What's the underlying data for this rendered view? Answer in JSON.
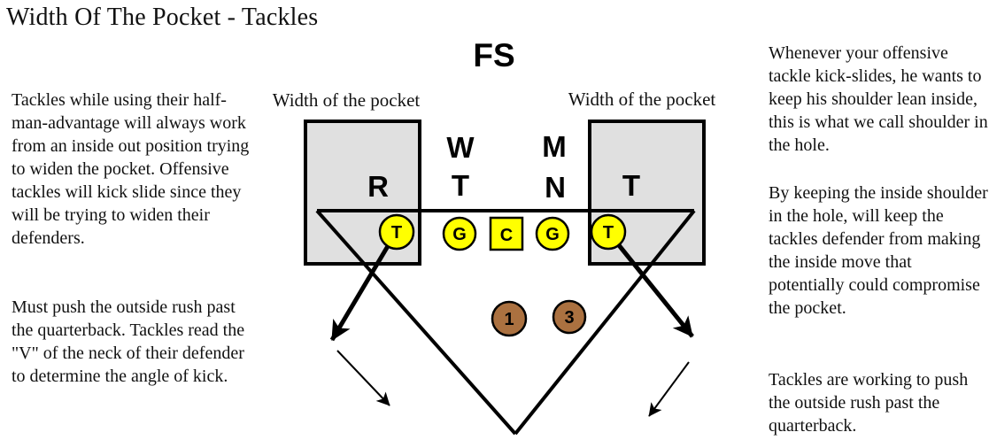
{
  "title": "Width Of The Pocket - Tackles",
  "left_column": {
    "para1": "Tackles while using their half-man-advantage will always work from an inside out position trying to widen the pocket. Offensive tackles will kick slide since they will be trying to widen their defenders.",
    "para2": "Must push the outside rush past the quarterback.  Tackles read the \"V\" of the neck of their defender to determine the angle of kick."
  },
  "right_column": {
    "para1": "Whenever your offensive tackle kick-slides, he wants to keep his shoulder lean inside, this is what we call shoulder in the hole.",
    "para2": "By keeping the inside shoulder in the hole, will keep the tackles defender from making the inside move that potentially could compromise the pocket.",
    "para3": "Tackles are working to push the outside rush past the quarterback."
  },
  "diagram": {
    "free_safety": "FS",
    "pocket_label_left": "Width of the pocket",
    "pocket_label_right": "Width of the pocket",
    "defense": {
      "rush_end": "R",
      "will_lb": "W",
      "def_tackle": "T",
      "mike_lb": "M",
      "nose": "N",
      "right_end": "T"
    },
    "offense": {
      "left_tackle": "T",
      "left_guard": "G",
      "center": "C",
      "right_guard": "G",
      "right_tackle": "T"
    },
    "rushers": {
      "rusher_1": "1",
      "rusher_3": "3"
    },
    "colors": {
      "pocket_box_fill": "#e0e0e0",
      "offense_fill": "#ffff00",
      "rusher_fill": "#ab7140",
      "line": "#000000"
    }
  }
}
